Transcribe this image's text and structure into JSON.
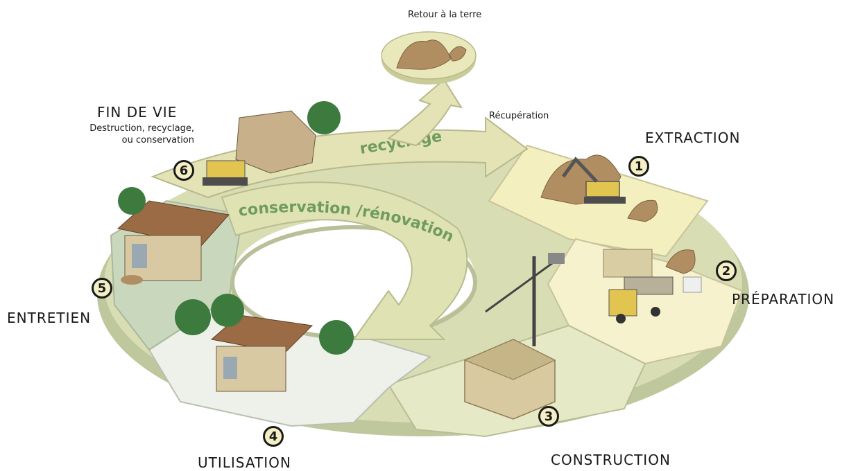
{
  "top_label": "Retour à la terre",
  "recovery_label": "Récupération",
  "arrow_labels": {
    "recycling": "recyclage",
    "conservation": "conservation /rénovation"
  },
  "stages": [
    {
      "number": "1",
      "title": "EXTRACTION"
    },
    {
      "number": "2",
      "title": "PRÉPARATION"
    },
    {
      "number": "3",
      "title": "CONSTRUCTION"
    },
    {
      "number": "4",
      "title": "UTILISATION"
    },
    {
      "number": "5",
      "title": "ENTRETIEN"
    },
    {
      "number": "6",
      "title": "FIN DE VIE",
      "subtitle_lines": [
        "Destruction, recyclage,",
        "ou conservation"
      ]
    }
  ],
  "colors": {
    "ring_light": "#ece8b4",
    "ring_mid": "#d9ddb3",
    "ring_green": "#c4d4b0",
    "inner_arrow": "#dcdfae",
    "label_green": "#6f9c5e",
    "earth": "#b08e62",
    "tree": "#3d7a3d"
  }
}
